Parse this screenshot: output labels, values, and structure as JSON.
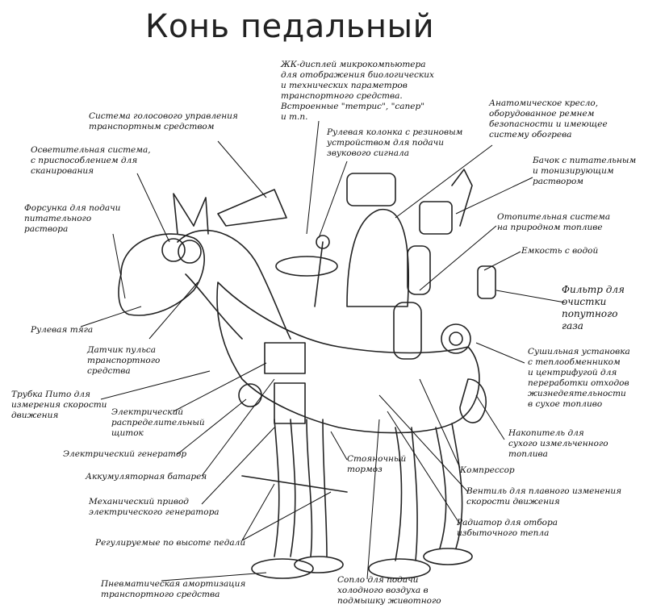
{
  "title": "Конь педальный",
  "labels": {
    "lcd": "ЖК-дисплей микрокомпьютера\nдля отображения биологических\nи технических параметров\nтранспортного средства.\nВстроенные \"тетрис\", \"сапер\"\nи т.п.",
    "voice": "Система голосового управления\nтранспортным средством",
    "steering_column": "Рулевая колонка с резиновым\nустройством для подачи\nзвукового сигнала",
    "seat": "Анатомическое кресло,\nоборудованное ремнем\nбезопасности и имеющее\nсистему обогрева",
    "lighting": "Осветительная система,\nс приспособлением для\nсканирования",
    "tank": "Бачок с питательным\nи тонизирующим\nраствором",
    "nozzle": "Форсунка для подачи\nпитательного\nраствора",
    "heating": "Отопительная система\nна природном топливе",
    "water": "Емкость с водой",
    "filter": "Фильтр для\nочистки\nпопутного\nгаза",
    "steering_rod": "Рулевая тяга",
    "pulse": "Датчик пульса\nтранспортного\nсредства",
    "dryer": "Сушильная установка\nс теплообменником\nи центрифугой для\nпереработки отходов\nжизнедеятельности\nв сухое топливо",
    "pitot": "Трубка Пито для\nизмерения скорости\nдвижения",
    "distributor": "Электрический\nраспределительный\nщиток",
    "storage": "Накопитель для\nсухого измельченного\nтоплива",
    "generator": "Электрический генератор",
    "parking": "Стояночный\nтормоз",
    "compressor": "Компрессор",
    "battery": "Аккумуляторная батарея",
    "valve": "Вентиль для плавного изменения\nскорости движения",
    "drive": "Механический привод\nэлектрического генератора",
    "radiator": "Радиатор для отбора\nизбыточного тепла",
    "pedals": "Регулируемые по высоте педали",
    "pneumatic": "Пневматическая амортизация\nтранспортного средства",
    "nozzle_air": "Сопло для подачи\nхолодного воздуха в\nподмышку животного"
  },
  "icons": [
    "horse-illustration",
    "loudspeaker-icon",
    "seat-icon",
    "steering-wheel-icon"
  ]
}
